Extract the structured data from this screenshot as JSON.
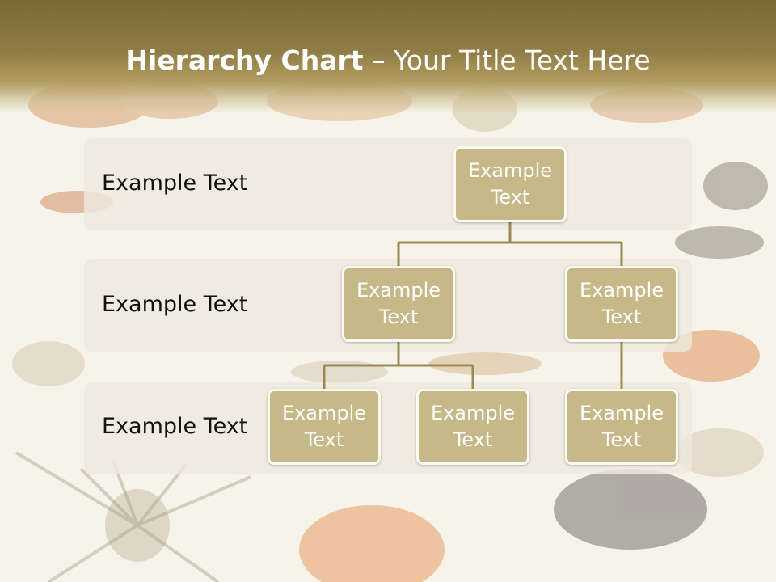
{
  "title": {
    "bold": "Hierarchy Chart",
    "rest": " – Your Title Text Here"
  },
  "levels": [
    {
      "label": "Example Text"
    },
    {
      "label": "Example Text"
    },
    {
      "label": "Example Text"
    }
  ],
  "nodes": {
    "root": "Example Text",
    "mid_left": "Example Text",
    "mid_right": "Example Text",
    "leaf_1": "Example Text",
    "leaf_2": "Example Text",
    "leaf_3": "Example Text"
  },
  "colors": {
    "header": "#7b6a35",
    "node_fill": "#c6b887",
    "node_border": "#fbf9f1",
    "band_fill": "#eee9de",
    "connector": "#9a8a55"
  }
}
